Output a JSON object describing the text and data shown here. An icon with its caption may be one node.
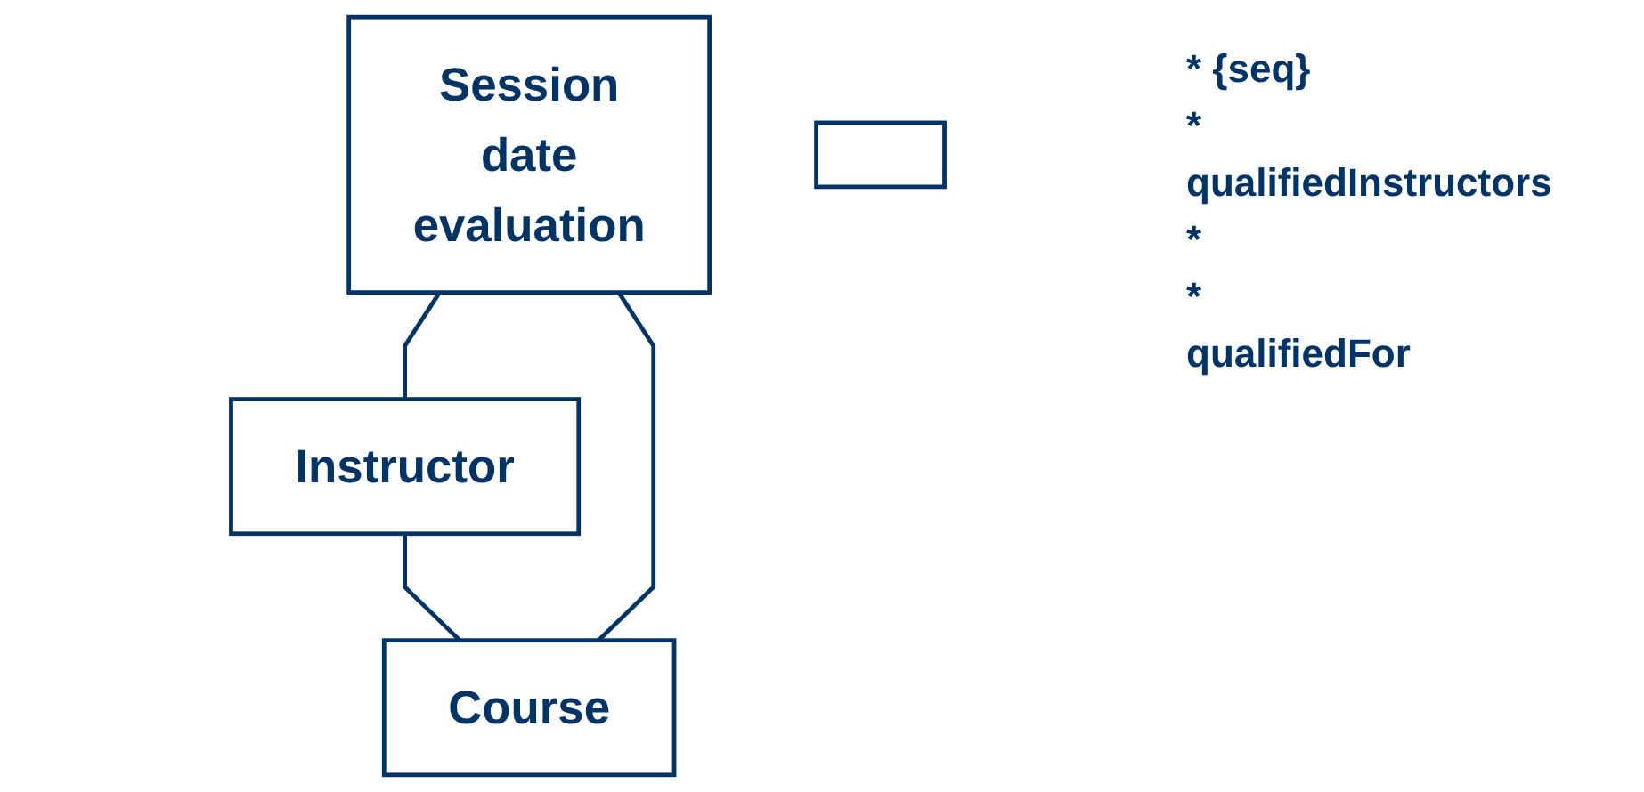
{
  "diagram": {
    "nodes": [
      {
        "text": [
          "Session",
          "date",
          "evaluation"
        ]
      },
      {
        "text": [
          "Instructor"
        ]
      },
      {
        "text": [
          "Course"
        ]
      },
      {
        "text": [],
        "shape": "box"
      }
    ],
    "edges": [
      {
        "from": 0,
        "to": 1,
        "arrow": "none"
      },
      {
        "from": 1,
        "to": 2,
        "arrow": "none"
      },
      {
        "from": 0,
        "to": 2,
        "arrow": "none"
      }
    ],
    "labels": [
      "* {seq}",
      "*",
      "qualifiedInstructors",
      "*",
      "*",
      "qualifiedFor"
    ]
  }
}
